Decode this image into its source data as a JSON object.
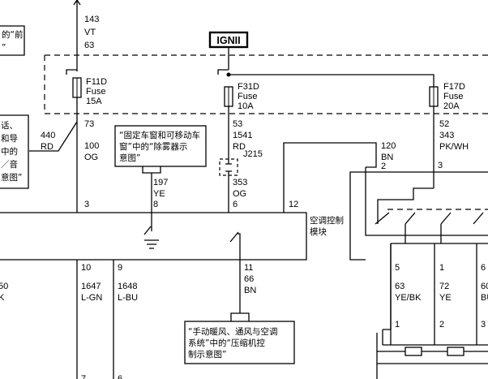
{
  "diagram": {
    "ign_label": "IGNII",
    "fuses": [
      {
        "name": "F11D",
        "kind": "Fuse",
        "rating": "15A"
      },
      {
        "name": "F31D",
        "kind": "Fuse",
        "rating": "10A"
      },
      {
        "name": "F17D",
        "kind": "Fuse",
        "rating": "20A"
      }
    ],
    "wires": {
      "w143": {
        "circuit": "143",
        "color": "VT",
        "pin": "63"
      },
      "w440": {
        "circuit": "440",
        "color": "RD"
      },
      "w100": {
        "pin_top": "73",
        "circuit": "100",
        "color": "OG",
        "pin_bottom": "3"
      },
      "w1541": {
        "pin_top": "53",
        "circuit": "1541",
        "color": "RD"
      },
      "w353": {
        "circuit": "353",
        "color": "OG",
        "pin_bottom": "6"
      },
      "w197": {
        "circuit": "197",
        "color": "YE",
        "pin_bottom": "8"
      },
      "w120": {
        "circuit": "120",
        "color": "BN",
        "pin_bottom": "2"
      },
      "w343": {
        "pin_top": "52",
        "circuit": "343",
        "color": "PK/WH",
        "pin_bottom": "3"
      },
      "w1647": {
        "pin_top": "10",
        "circuit": "1647",
        "color": "L-GN"
      },
      "w1648": {
        "pin_top": "9",
        "circuit": "1648",
        "color": "L-BU"
      },
      "w66": {
        "pin_top": "11",
        "circuit": "66",
        "color": "BN"
      },
      "w63": {
        "pin_top": "5",
        "circuit": "63",
        "color": "YE/BK",
        "pin_bottom": "1"
      },
      "w72": {
        "pin_top": "1",
        "circuit": "72",
        "color": "YE",
        "pin_bottom": "2"
      },
      "w_right": {
        "pin_top": "6",
        "circuit": "60",
        "color": "BU",
        "pin_bottom": "3"
      },
      "w_left50": {
        "circuit": "50",
        "color": "K"
      }
    },
    "pins": {
      "left_bottom": "7",
      "mid_bottom": "6",
      "module_12": "12"
    },
    "connector": "J215",
    "module_label": "空调控制\n模块",
    "notes": {
      "top_left": "的“前\n”",
      "left": "话、\n和导\n中的\n／音\n意图”",
      "defog": "“固定车窗和可移动车\n窗”中的“除雾器示\n意图”",
      "compressor": "“手动暖风、通风与空调\n系统”中的“压缩机控\n制示意图”"
    }
  }
}
